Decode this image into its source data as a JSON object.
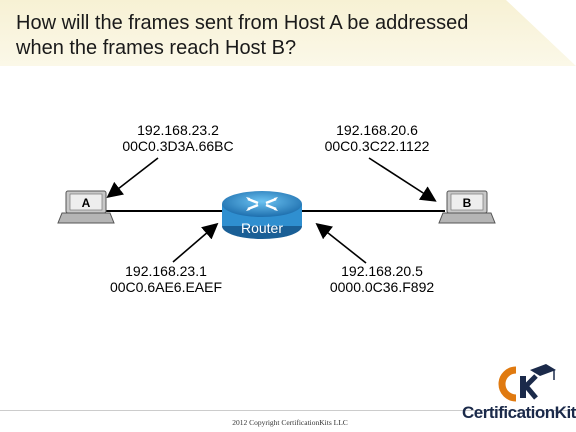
{
  "slide": {
    "title": "How will the frames sent from Host A be addressed when the frames reach Host B?",
    "copyright": "2012 Copyright CertificationKits LLC",
    "logo_text": "CertificationKits"
  },
  "diagram": {
    "host_a": {
      "label": "A",
      "ip": "192.168.23.2",
      "mac": "00C0.3D3A.66BC"
    },
    "host_b": {
      "label": "B",
      "ip": "192.168.20.6",
      "mac": "00C0.3C22.1122"
    },
    "router": {
      "label": "Router"
    },
    "router_left_interface": {
      "ip": "192.168.23.1",
      "mac": "00C0.6AE6.EAEF"
    },
    "router_right_interface": {
      "ip": "192.168.20.5",
      "mac": "0000.0C36.F892"
    }
  },
  "colors": {
    "router_fill": "#2f8fd0",
    "title_band": "#f7f1d4",
    "logo_text": "#1b2a4a",
    "logo_accent": "#e07a10"
  }
}
